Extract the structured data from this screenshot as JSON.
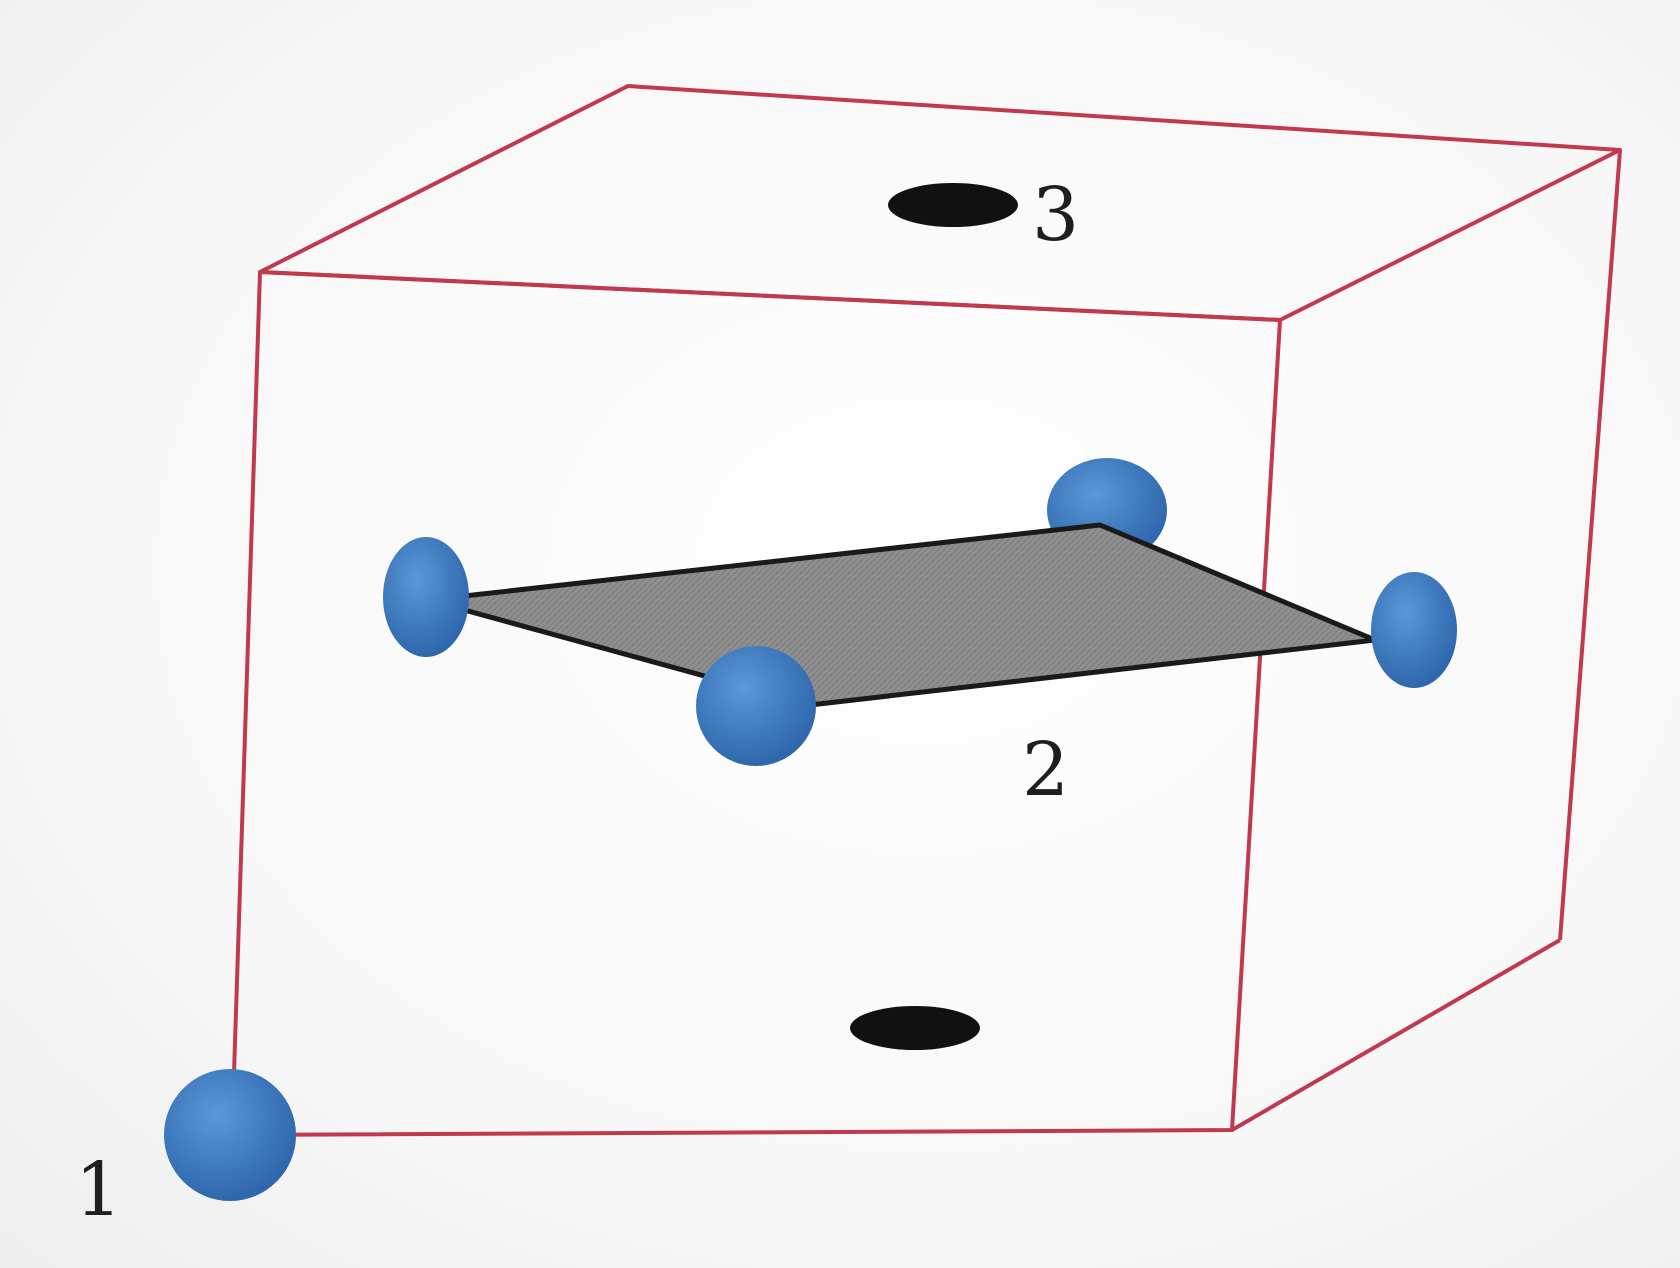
{
  "colors": {
    "cube_edge": "#c0394e",
    "atom_blue": "#3e7cc4",
    "atom_dark": "#111111",
    "plane_fill": "#8f8f8f",
    "plane_edge": "#1a1a1a"
  },
  "labels": {
    "corner_atom": "1",
    "plane": "2",
    "face_atom": "3"
  }
}
